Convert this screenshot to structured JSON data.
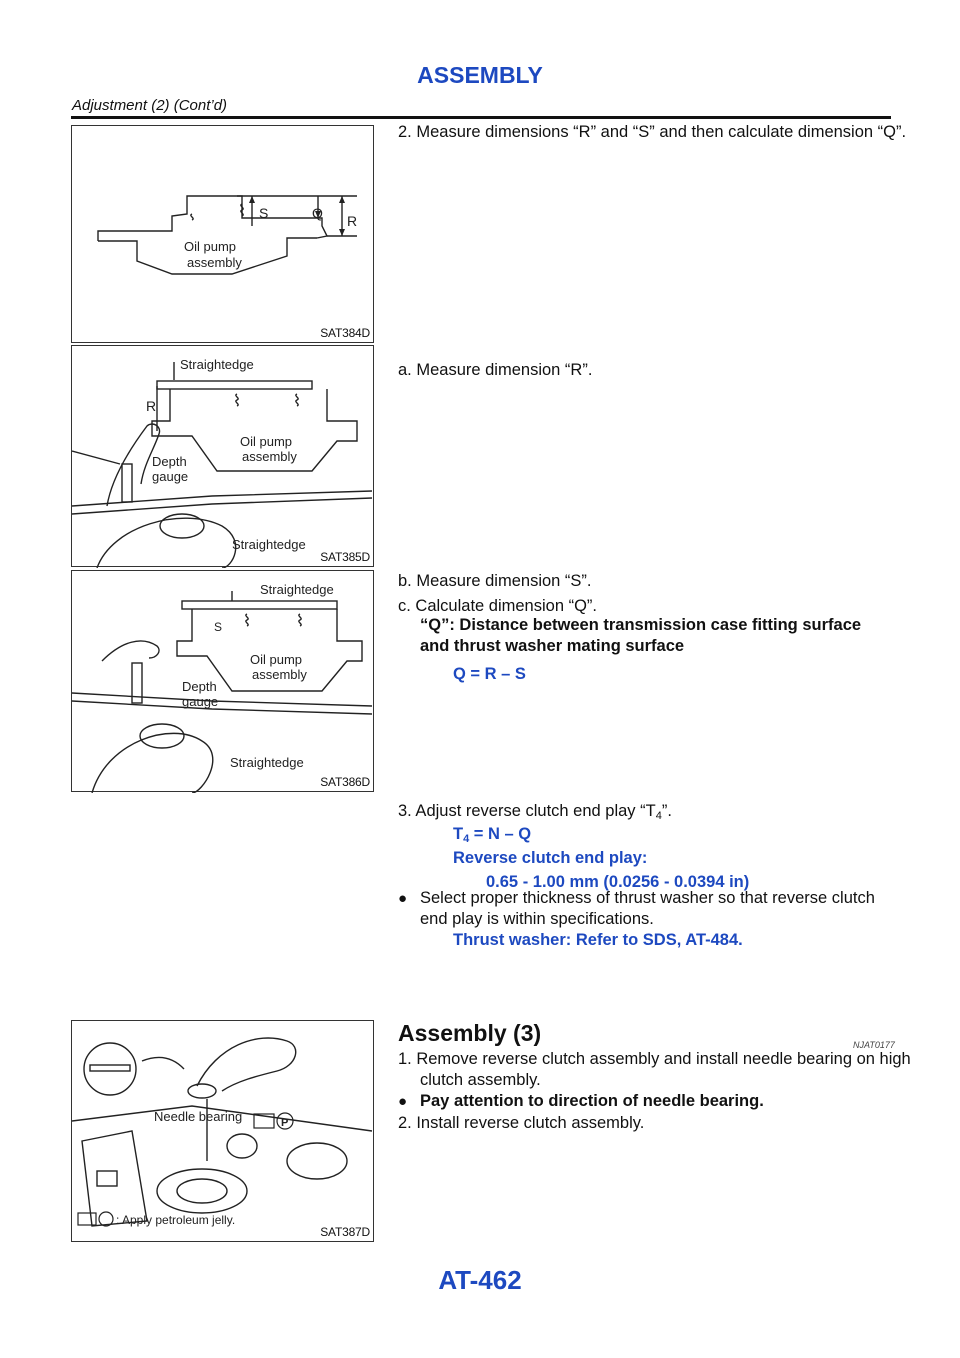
{
  "header": {
    "title": "ASSEMBLY",
    "subtitle": "Adjustment (2) (Cont’d)"
  },
  "figures": [
    {
      "code": "SAT384D",
      "labels": {
        "s": "S",
        "q": "Q",
        "r": "R",
        "oil_pump_1": "Oil pump",
        "oil_pump_2": "assembly"
      }
    },
    {
      "code": "SAT385D",
      "labels": {
        "straightedge_top": "Straightedge",
        "r": "R",
        "oil_pump_1": "Oil pump",
        "oil_pump_2": "assembly",
        "depth_1": "Depth",
        "depth_2": "gauge",
        "straightedge_bottom": "Straightedge"
      }
    },
    {
      "code": "SAT386D",
      "labels": {
        "straightedge_top": "Straightedge",
        "s": "S",
        "oil_pump_1": "Oil pump",
        "oil_pump_2": "assembly",
        "depth_1": "Depth",
        "depth_2": "gauge",
        "straightedge_bottom": "Straightedge"
      }
    },
    {
      "code": "SAT387D",
      "labels": {
        "needle_bearing": "Needle bearing",
        "p_mark": "P",
        "apply": ": Apply petroleum jelly."
      }
    }
  ],
  "steps": {
    "step2": "2. Measure dimensions “R” and “S” and then calculate dimension “Q”.",
    "step_a": "a. Measure dimension “R”.",
    "step_b": "b. Measure dimension “S”.",
    "step_c": "c. Calculate dimension “Q”.",
    "q_definition": "“Q”: Distance between transmission case fitting surface and thrust washer mating surface",
    "q_formula": "Q = R – S",
    "step3_prefix": "3. Adjust reverse clutch end play “T",
    "step3_sub": "4",
    "step3_suffix": "”.",
    "t4_prefix": "T",
    "t4_sub": "4",
    "t4_suffix": " = N – Q",
    "end_play_label": "Reverse clutch end play:",
    "end_play_value": "0.65 - 1.00 mm (0.0256 - 0.0394 in)",
    "bullet_char": "●",
    "bullet_text": "Select proper thickness of thrust washer so that reverse clutch end play is within specifications.",
    "thrust_washer": "Thrust washer: Refer to SDS, AT-484."
  },
  "assembly3": {
    "title": "Assembly (3)",
    "code": "NJAT0177",
    "step1": "1. Remove reverse clutch assembly and install needle bearing on high clutch assembly.",
    "bullet_text": "Pay attention to direction of needle bearing.",
    "step2": "2. Install reverse clutch assembly."
  },
  "footer": {
    "page": "AT-462"
  }
}
